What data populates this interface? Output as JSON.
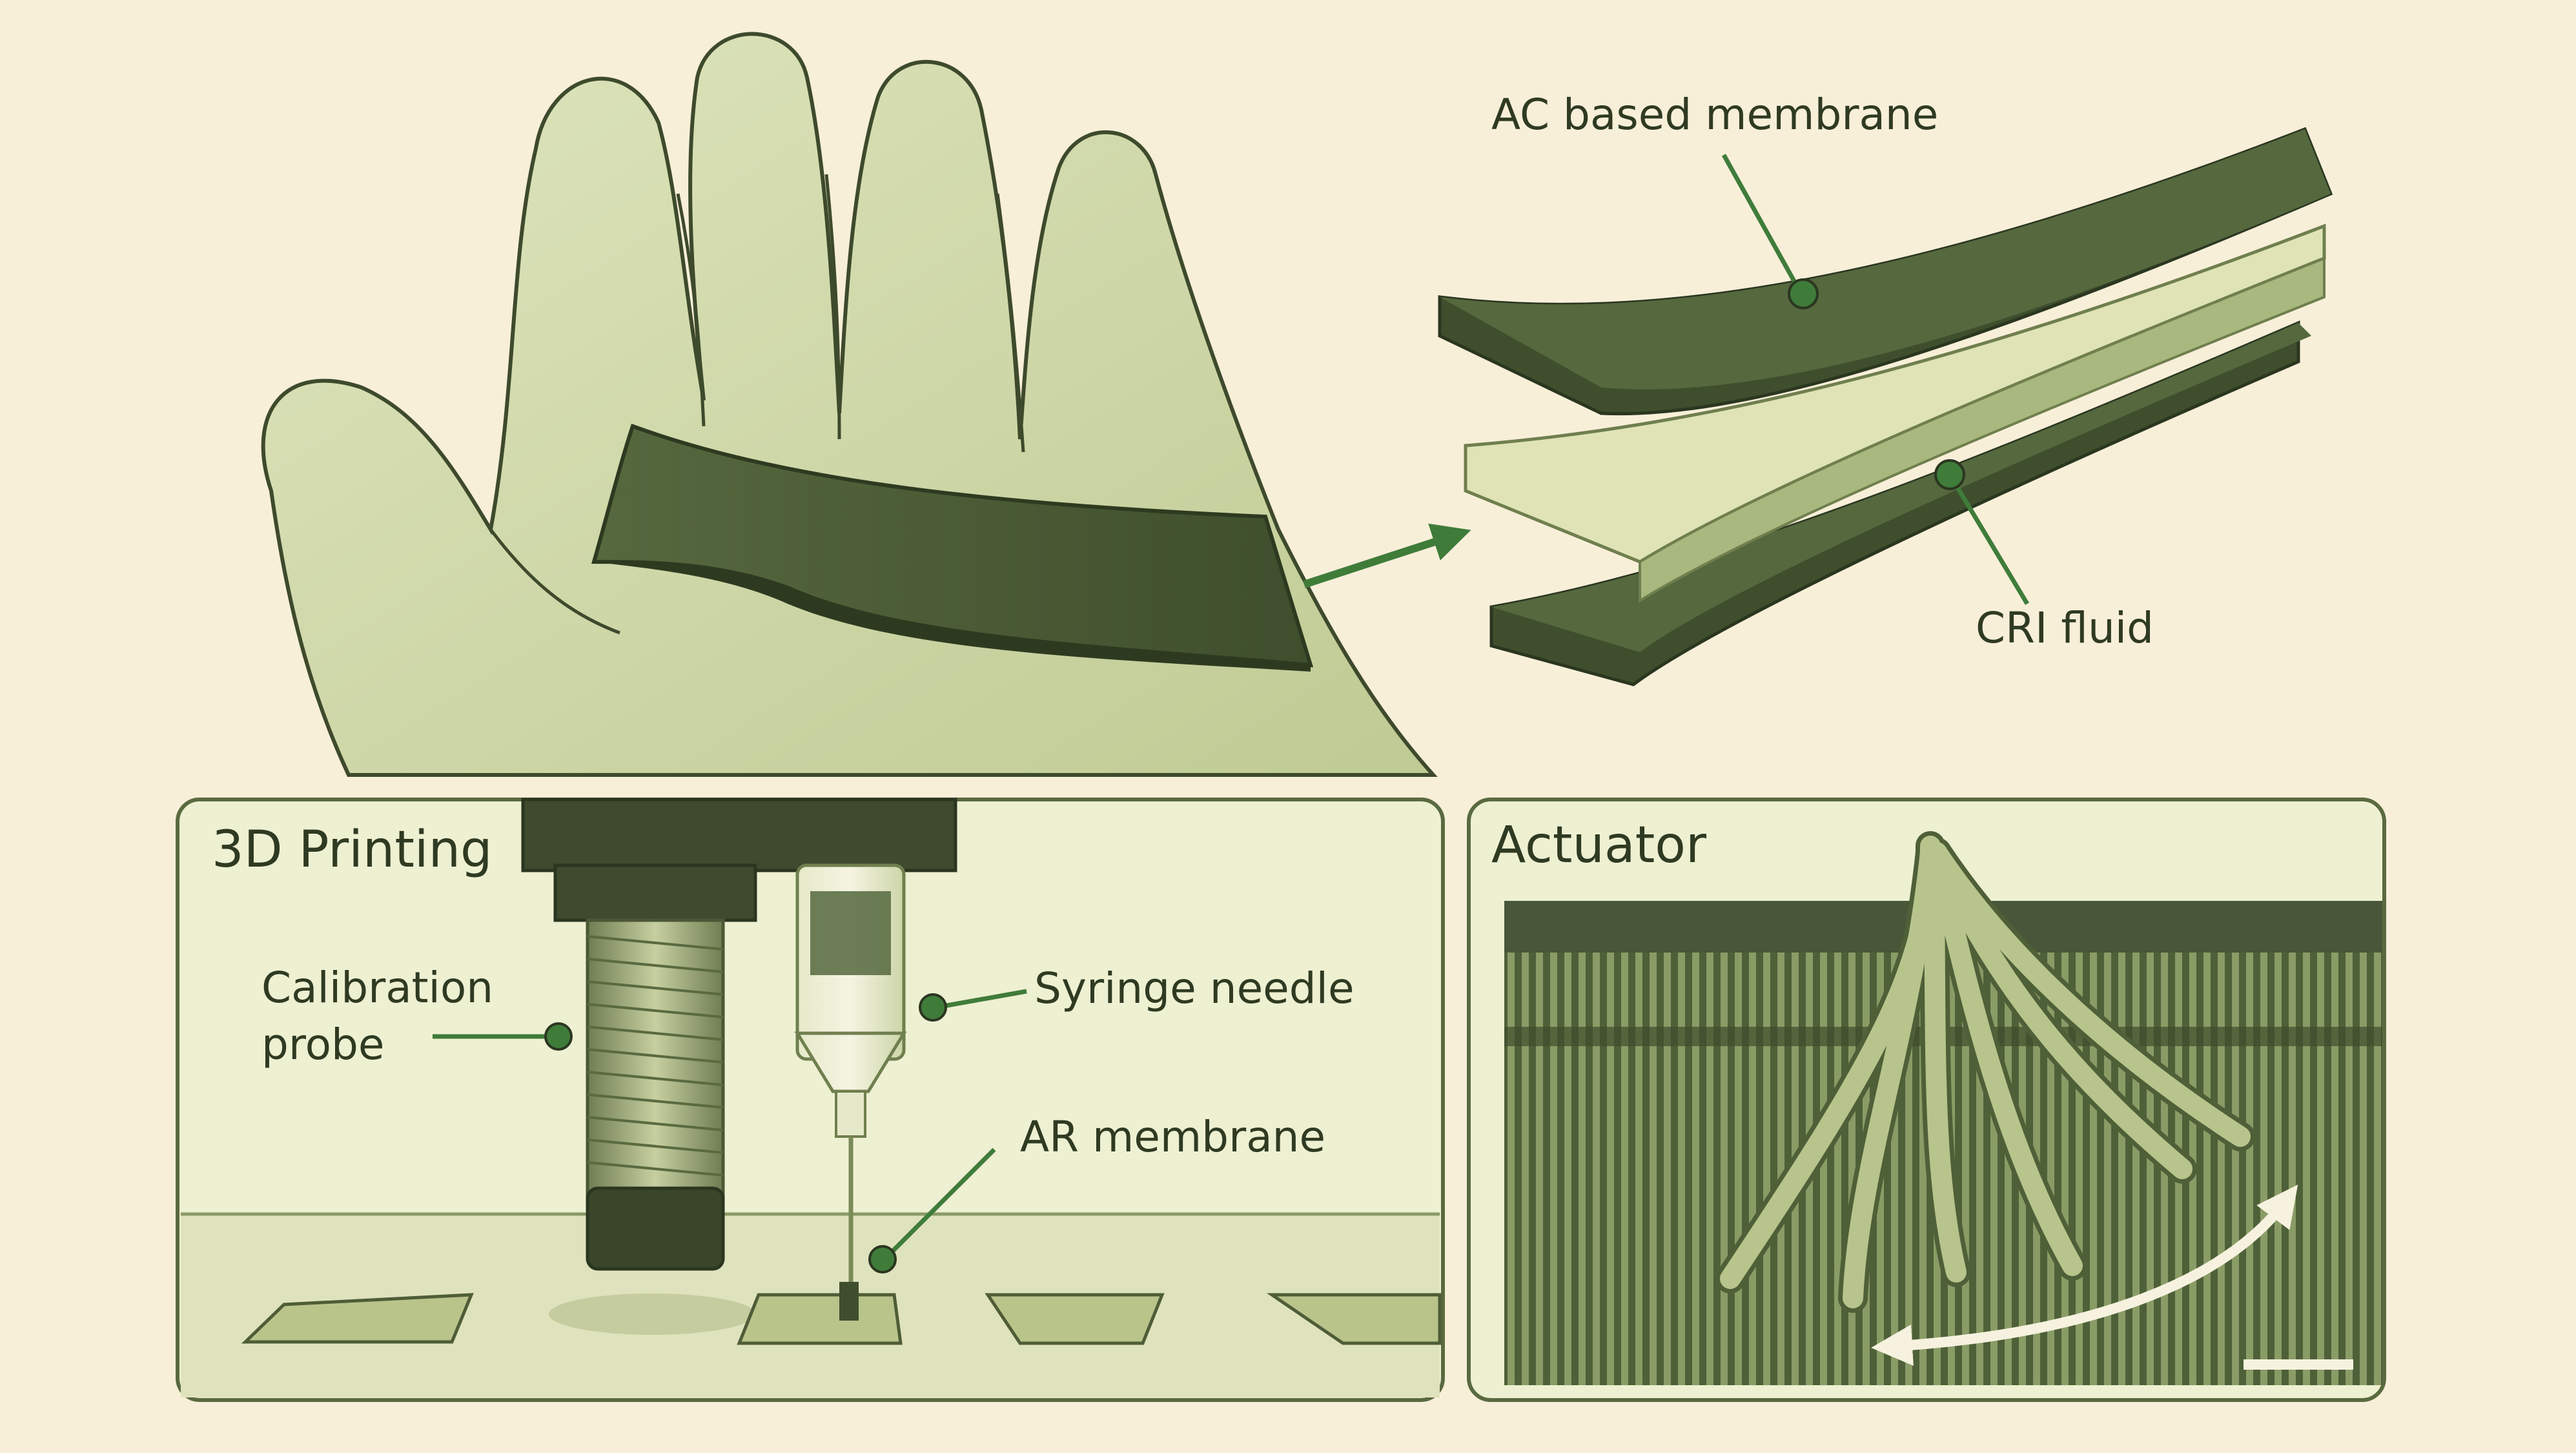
{
  "labels": {
    "ac_membrane": "AC based membrane",
    "cri_fluid": "CRI fluid",
    "calibration_probe_line1": "Calibration",
    "calibration_probe_line2": "probe",
    "syringe_needle": "Syringe needle",
    "ar_membrane": "AR membrane"
  },
  "panels": {
    "printing_title": "3D Printing",
    "actuator_title": "Actuator"
  },
  "colors": {
    "background": "#f8efd9",
    "dark_green": "#4b5c36",
    "mid_green": "#8ea56a",
    "light_green": "#d6deb0",
    "leader": "#3f7c3a"
  }
}
